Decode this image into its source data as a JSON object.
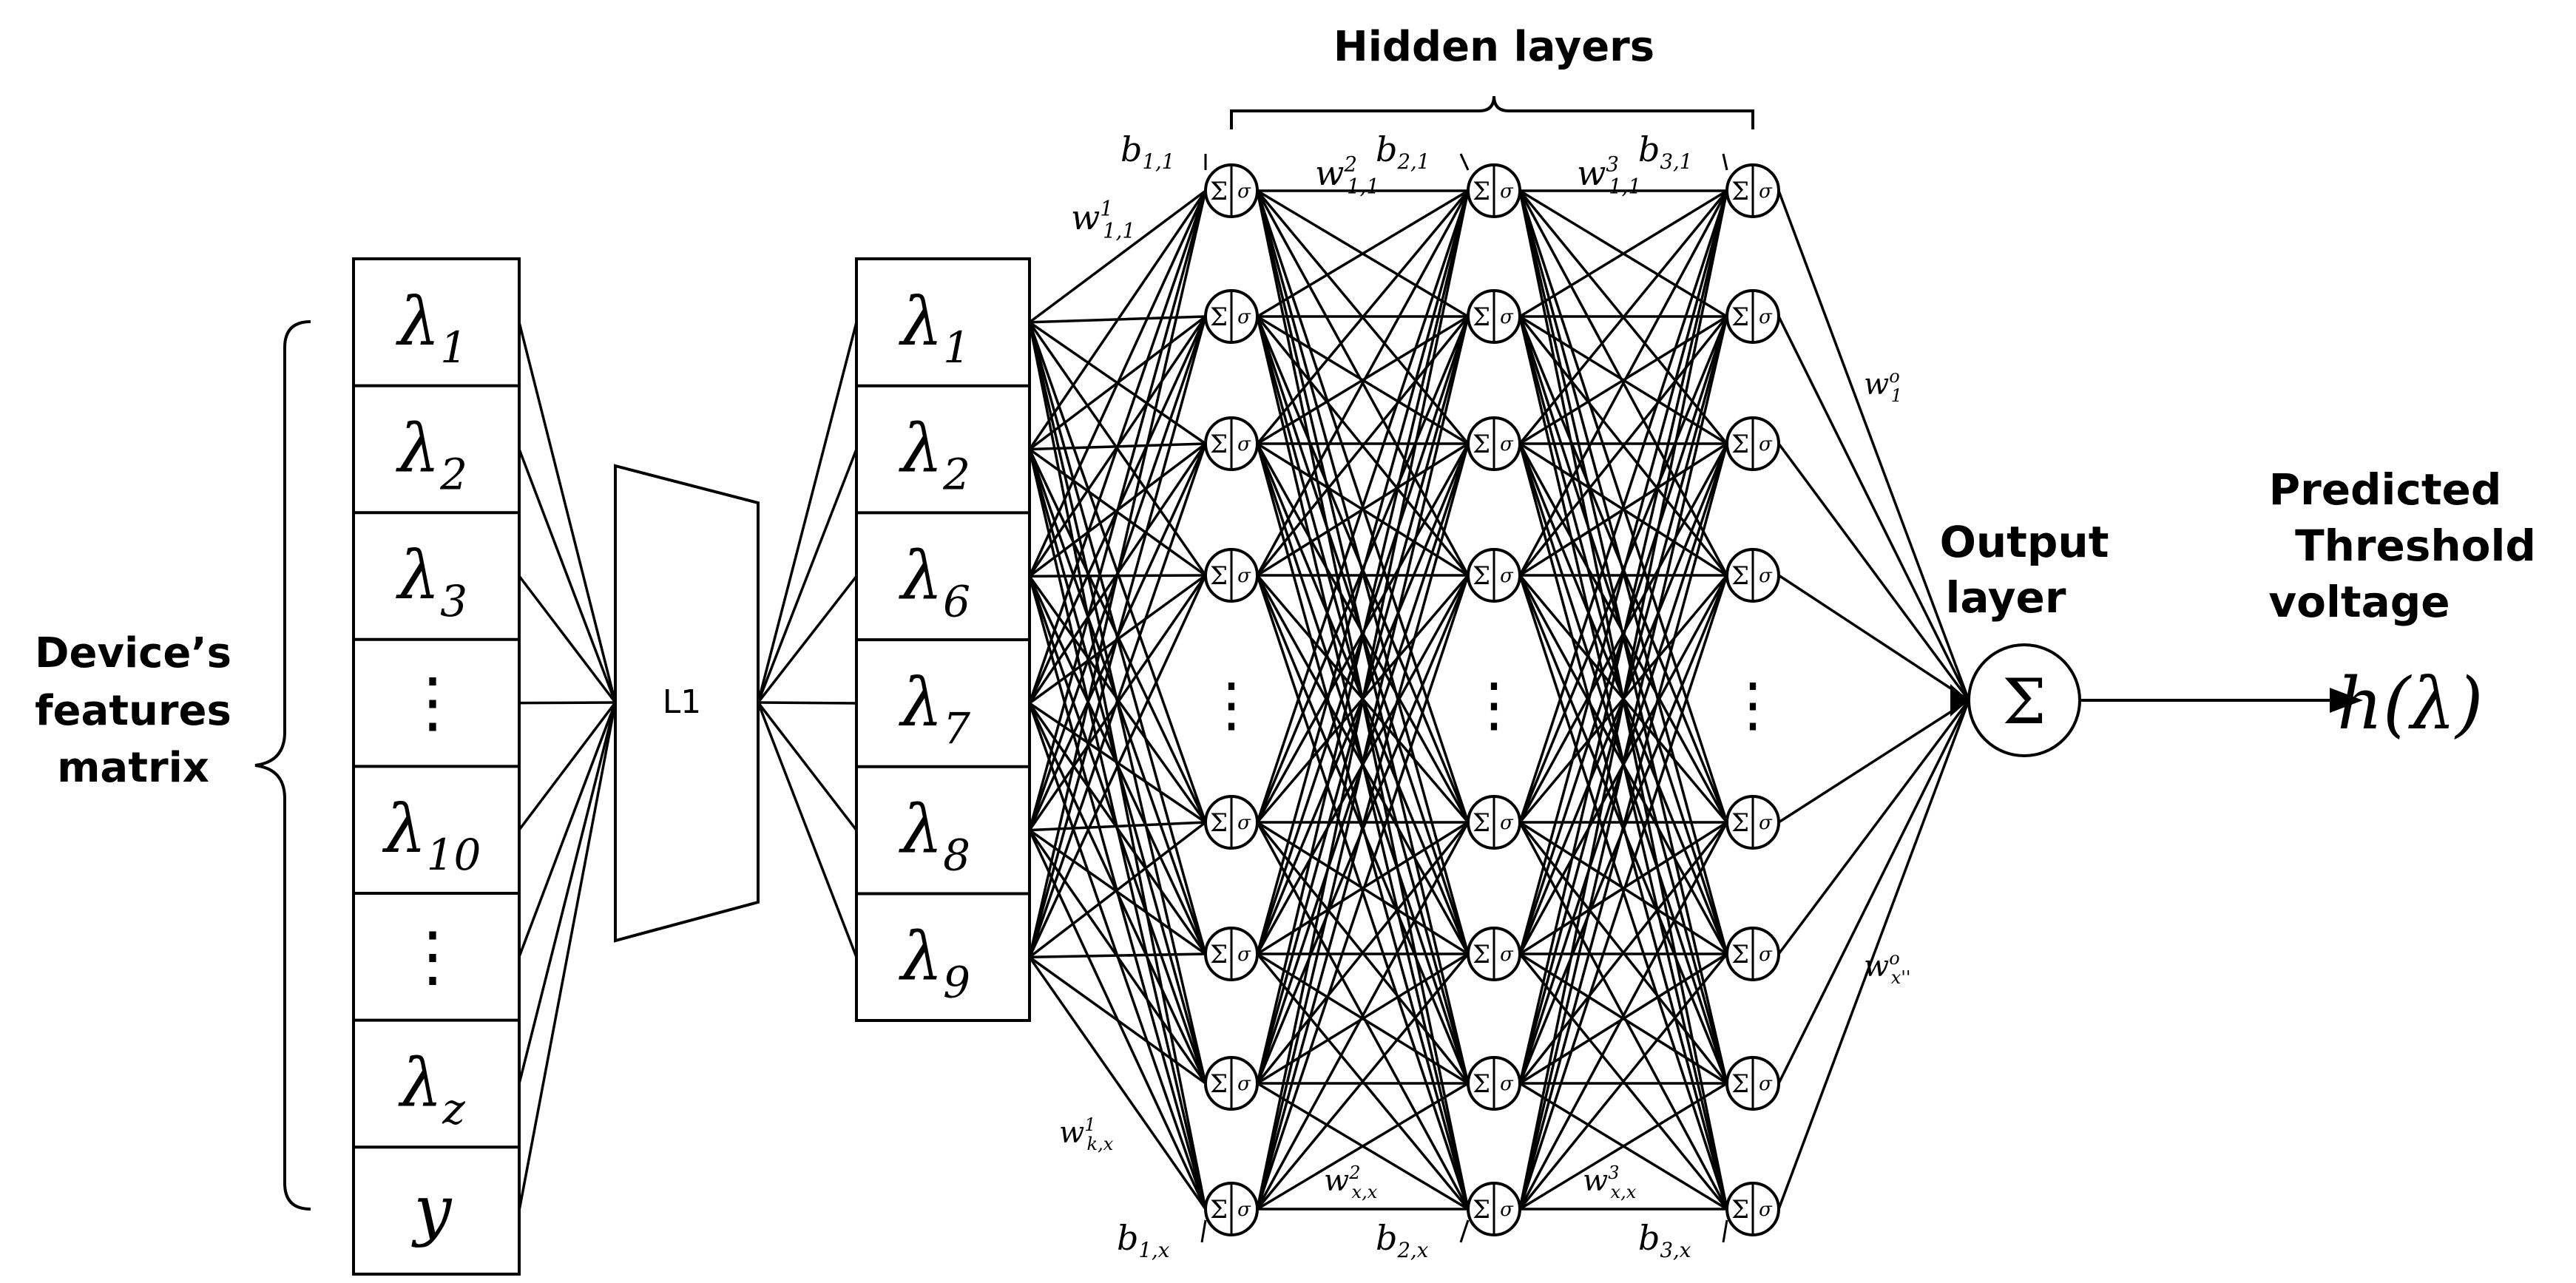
{
  "labels": {
    "hidden_layers": "Hidden layers",
    "features_matrix": [
      "Device’s",
      "features",
      "matrix"
    ],
    "compression_block": "L1",
    "output_layer": [
      "Output",
      "layer"
    ],
    "prediction": [
      "Predicted",
      "Threshold",
      "voltage"
    ],
    "output_function": "h(λ)",
    "sum_symbol": "Σ",
    "sigma_symbol": "σ",
    "vertical_ellipsis": "⋮"
  },
  "input_matrix": [
    {
      "base": "λ",
      "sub": "1"
    },
    {
      "base": "λ",
      "sub": "2"
    },
    {
      "base": "λ",
      "sub": "3"
    },
    {
      "base": "⋮",
      "sub": ""
    },
    {
      "base": "λ",
      "sub": "10"
    },
    {
      "base": "⋮",
      "sub": ""
    },
    {
      "base": "λ",
      "sub": "z"
    },
    {
      "base": "y",
      "sub": ""
    }
  ],
  "selected_features": [
    {
      "base": "λ",
      "sub": "1"
    },
    {
      "base": "λ",
      "sub": "2"
    },
    {
      "base": "λ",
      "sub": "6"
    },
    {
      "base": "λ",
      "sub": "7"
    },
    {
      "base": "λ",
      "sub": "8"
    },
    {
      "base": "λ",
      "sub": "9"
    }
  ],
  "bias_labels": [
    {
      "base": "b",
      "sub": "1,1"
    },
    {
      "base": "b",
      "sub": "2,1"
    },
    {
      "base": "b",
      "sub": "3,1"
    },
    {
      "base": "b",
      "sub": "1,x"
    },
    {
      "base": "b",
      "sub": "2,x"
    },
    {
      "base": "b",
      "sub": "3,x"
    }
  ],
  "weight_labels": [
    {
      "base": "w",
      "sub": "1,1",
      "sup": "1"
    },
    {
      "base": "w",
      "sub": "1,1",
      "sup": "2"
    },
    {
      "base": "w",
      "sub": "1,1",
      "sup": "3"
    },
    {
      "base": "w",
      "sub": "k,x",
      "sup": "1"
    },
    {
      "base": "w",
      "sub": "x,x",
      "sup": "2"
    },
    {
      "base": "w",
      "sub": "x,x",
      "sup": "3"
    },
    {
      "base": "w",
      "sub": "1",
      "sup": "o"
    },
    {
      "base": "w",
      "sub": "x''",
      "sup": "o"
    }
  ]
}
